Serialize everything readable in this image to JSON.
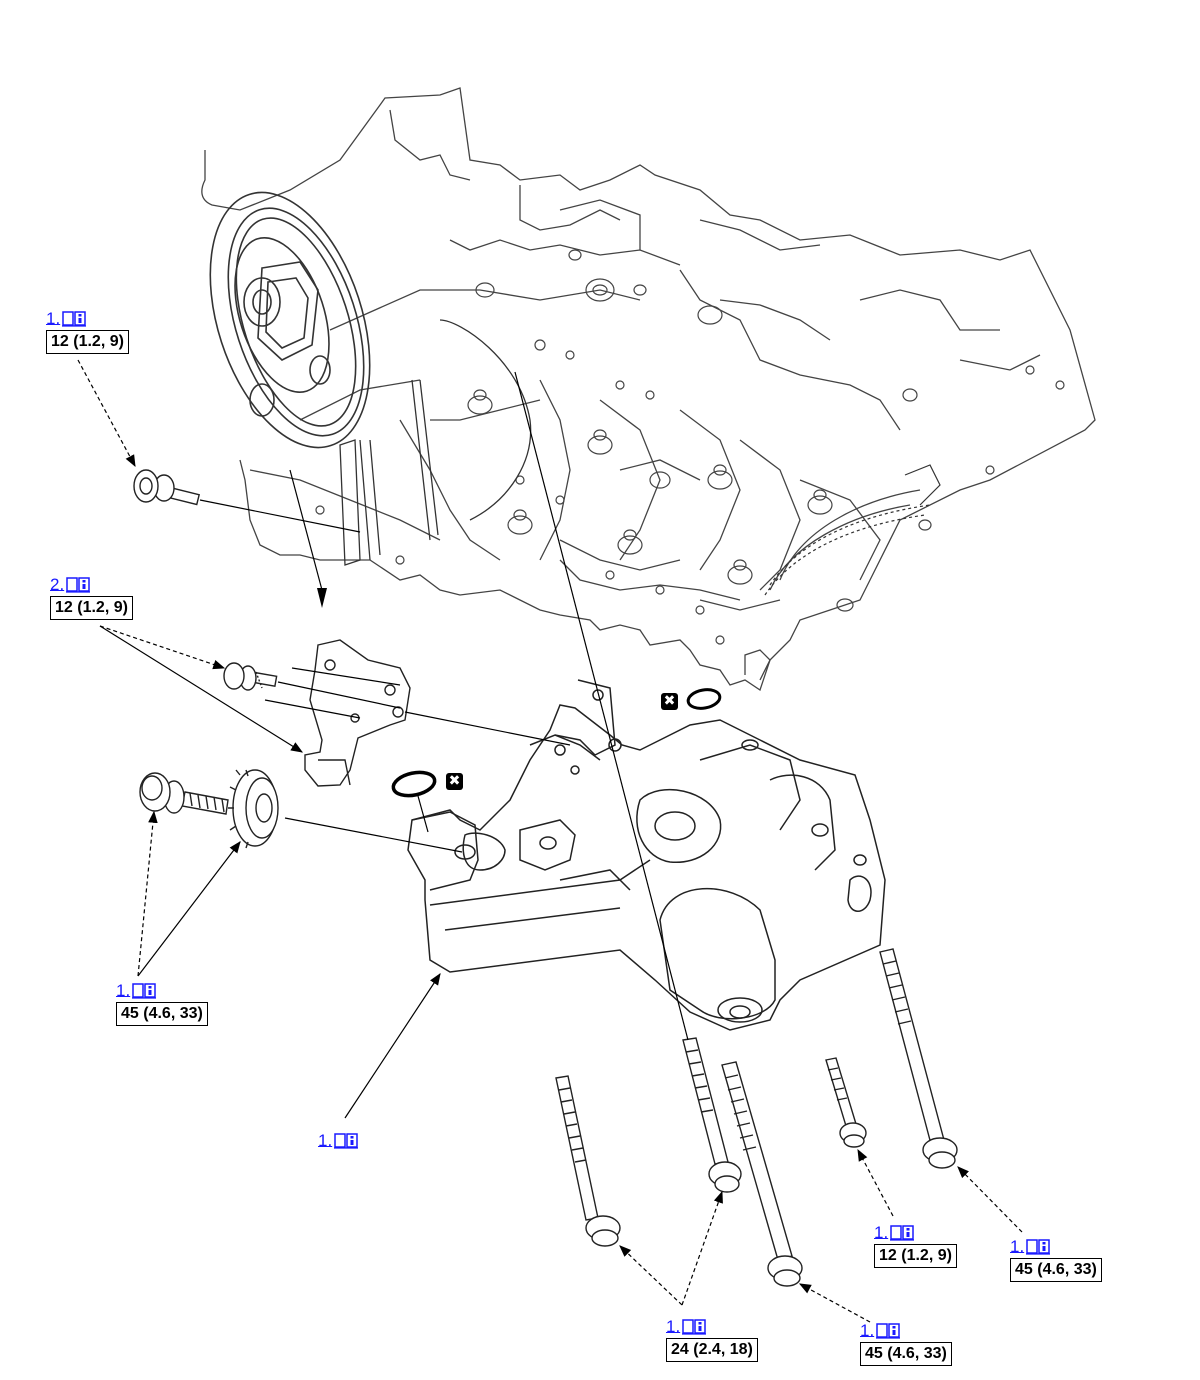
{
  "callouts": [
    {
      "ref": "1.",
      "torque": "12 (1.2, 9)"
    },
    {
      "ref": "2.",
      "torque": "12 (1.2, 9)"
    },
    {
      "ref": "1.",
      "torque": "45 (4.6, 33)"
    },
    {
      "ref": "1.",
      "torque": ""
    },
    {
      "ref": "1.",
      "torque": "12 (1.2, 9)"
    },
    {
      "ref": "1.",
      "torque": "45 (4.6, 33)"
    },
    {
      "ref": "1.",
      "torque": "24 (2.4, 18)"
    },
    {
      "ref": "1.",
      "torque": "45 (4.6, 33)"
    }
  ],
  "replace_marks": [
    "✖",
    "✖"
  ],
  "icons": {
    "reference": "book-info-icon",
    "replace": "replace-part-icon"
  },
  "colors": {
    "link": "#1a1aff",
    "line": "#000000",
    "background": "#ffffff"
  }
}
